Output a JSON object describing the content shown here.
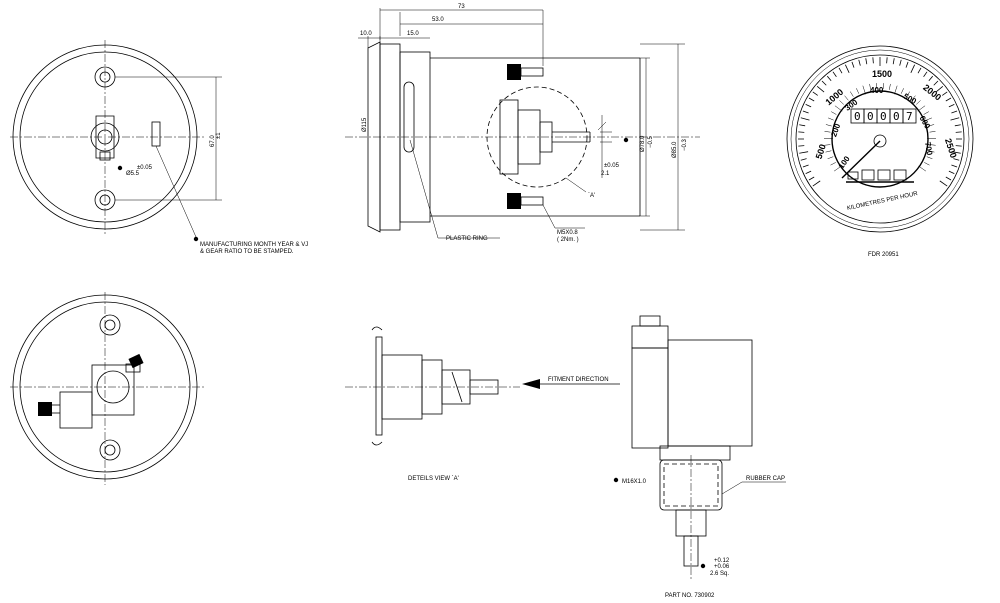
{
  "dimensions": {
    "d73": "73",
    "d53": "53.0",
    "d15": "15.0",
    "d10": "10.0",
    "d115": "Ø115",
    "d78": "Ø78.0",
    "d78tol": "−0.5",
    "d85": "Ø85.0",
    "d85tol": "−0.3",
    "d005": "±0.05",
    "d21": "2.1",
    "d67": "67.0",
    "d67tol": "±1",
    "d55": "Ø5.5",
    "d55tol": "±0.05",
    "m5": "M5X0.8",
    "m5note": "( 2Nm. )",
    "m16": "M16X1.0",
    "sq": "2.6 Sq.",
    "sqtol1": "+0.12",
    "sqtol2": "+0.06"
  },
  "labels": {
    "view_a_marker": "`A'",
    "plastic_ring": "PLASTIC RING",
    "manufacturing_line1": "MANUFACTURING MONTH YEAR & VJ",
    "manufacturing_line2": "& GEAR RATIO TO BE STAMPED.",
    "details_view": "DETEILS VIEW `A'",
    "fitment_direction": "FITMENT DIRECTION",
    "rubber_cap": "RUBBER CAP",
    "part_no": "PART NO. 730902",
    "fdr": "FDR 20951"
  },
  "dial": {
    "outer_scale": [
      "500",
      "1000",
      "1500",
      "2000",
      "2500"
    ],
    "inner_scale": [
      "100",
      "200",
      "300",
      "400",
      "500",
      "600",
      "700"
    ],
    "odometer": [
      "0",
      "0",
      "0",
      "0",
      "7"
    ],
    "bottom_text": "KILOMETRES PER HOUR"
  }
}
